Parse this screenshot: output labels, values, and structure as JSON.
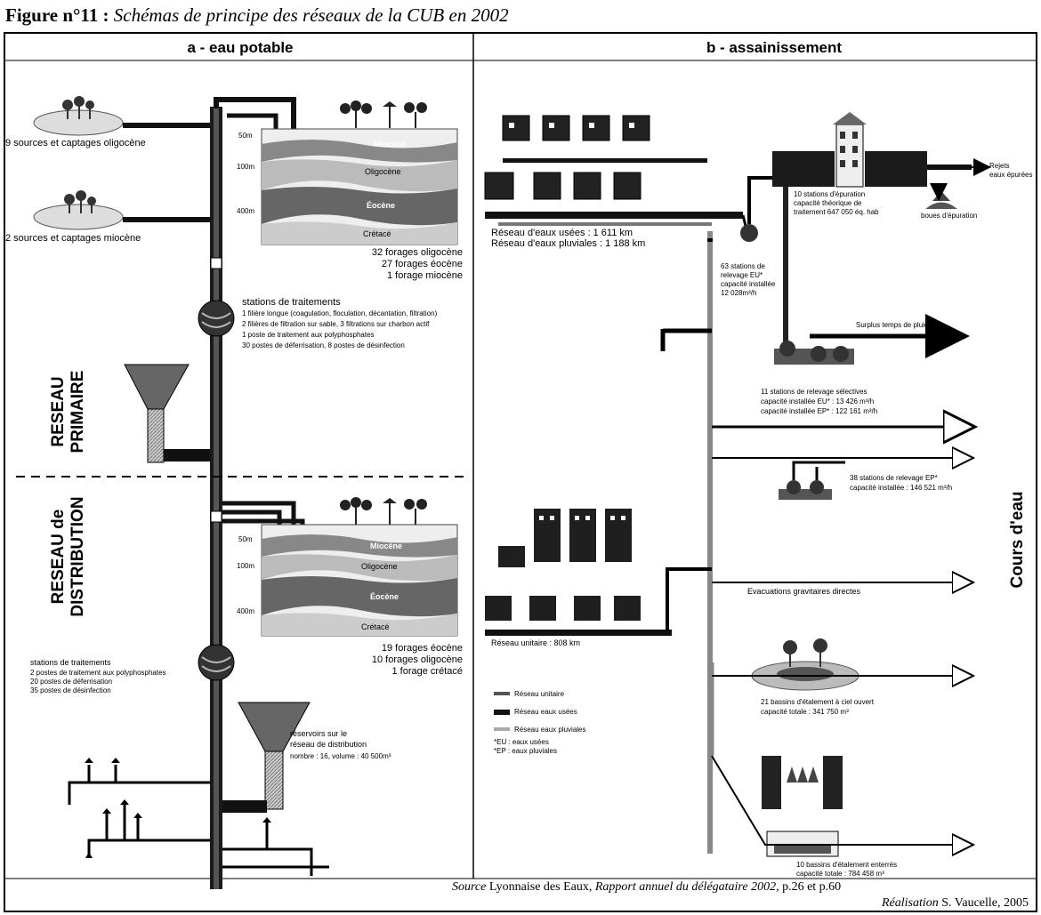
{
  "figure": {
    "label": "Figure n°11 :",
    "title": "Schémas de principe des réseaux de la CUB en 2002"
  },
  "panel_a": {
    "title": "a - eau potable",
    "sources_oligocene": "9 sources et captages oligocène",
    "sources_miocene": "2 sources et captages miocène",
    "forages_primary": [
      "32 forages oligocène",
      "27 forages éocène",
      "1 forage miocène"
    ],
    "strata_primary": [
      "Miocène",
      "Oligocène",
      "Éocène",
      "Crétacé"
    ],
    "depths_primary": [
      "50m",
      "100m",
      "400m"
    ],
    "stations_title": "stations de traitements",
    "stations_lines": [
      "1 filière longue (coagulation, floculation, décantation, filtration)",
      "2 filières de filtration sur sable, 3 filtrations sur charbon actif",
      "1 poste de traitement aux polyphosphates",
      "30 postes de déferrisation, 8 postes de désinfection"
    ],
    "reseau_primaire": [
      "RESEAU",
      "PRIMAIRE"
    ],
    "reseau_distribution": [
      "RESEAU de",
      "DISTRIBUTION"
    ],
    "strata_distribution": [
      "Miocène",
      "Oligocène",
      "Éocène",
      "Crétacé"
    ],
    "depths_distribution": [
      "50m",
      "100m",
      "400m"
    ],
    "forages_distribution": [
      "19 forages éocène",
      "10 forages oligocène",
      "1 forage crétacé"
    ],
    "stations2_title": "stations de traitements",
    "stations2_lines": [
      "2 postes de traitement aux polyphosphates",
      "20 postes de déferrisation",
      "35 postes de désinfection"
    ],
    "reservoirs": [
      "réservoirs sur le",
      "réseau de distribution",
      "nombre : 16, volume : 40 500m³"
    ]
  },
  "panel_b": {
    "title": "b - assainissement",
    "reseau_usees": "Réseau d'eaux usées : 1 611 km",
    "reseau_pluviales": "Réseau d'eaux pluviales : 1 188 km",
    "epuration": [
      "10 stations d'épuration",
      "capacité théorique de",
      "traitement 647 050 éq. hab"
    ],
    "rejets": [
      "Rejets",
      "eaux épurées"
    ],
    "boues": "boues d'épuration",
    "relevage_eu": [
      "63 stations de",
      "relevage EU*",
      "capacité installée",
      "12 028m³/h"
    ],
    "surplus": "Surplus temps de pluie",
    "selectives": [
      "11 stations de relevage sélectives",
      "capacité installée EU* : 13 426 m³/h",
      "capacité installée EP* : 122 161 m³/h"
    ],
    "relevage_ep": [
      "38 stations de relevage EP*",
      "capacité installée : 146 521 m³/h"
    ],
    "unitaire": "Réseau unitaire : 808 km",
    "evacuations": "Evacuations gravitaires directes",
    "legend": [
      "Réseau unitaire",
      "Réseau eaux usées",
      "Réseau eaux pluviales",
      "*EU : eaux usées",
      "*EP : eaux pluviales"
    ],
    "bassins_ouverts": [
      "21 bassins d'étalement à ciel ouvert",
      "capacité totale : 341 750 m³"
    ],
    "bassins_enterres": [
      "10 bassins d'étalement enterrés",
      "capacité totale : 784 458 m³"
    ],
    "cours_deau": "Cours d'eau"
  },
  "footer": {
    "source_label": "Source",
    "source_org": "Lyonnaise des Eaux,",
    "source_report": "Rapport annuel du délégataire 2002,",
    "source_pages": "p.26 et p.60",
    "realisation_label": "Réalisation",
    "realisation_name": "S. Vaucelle, 2005"
  }
}
